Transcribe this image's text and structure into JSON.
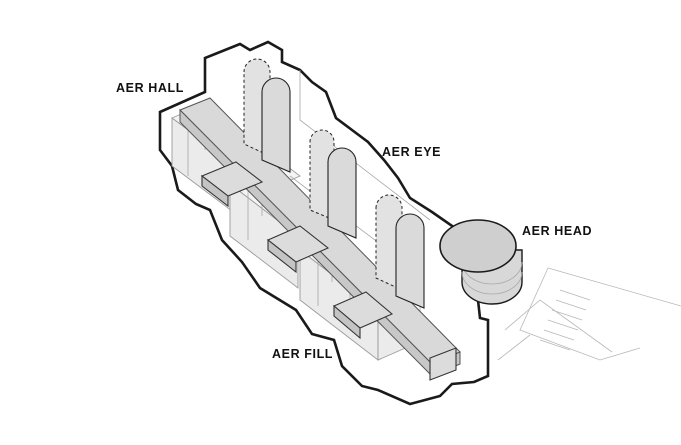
{
  "labels": {
    "hall": "AER HALL",
    "eye": "AER EYE",
    "head": "AER HEAD",
    "fill": "AER FILL"
  }
}
